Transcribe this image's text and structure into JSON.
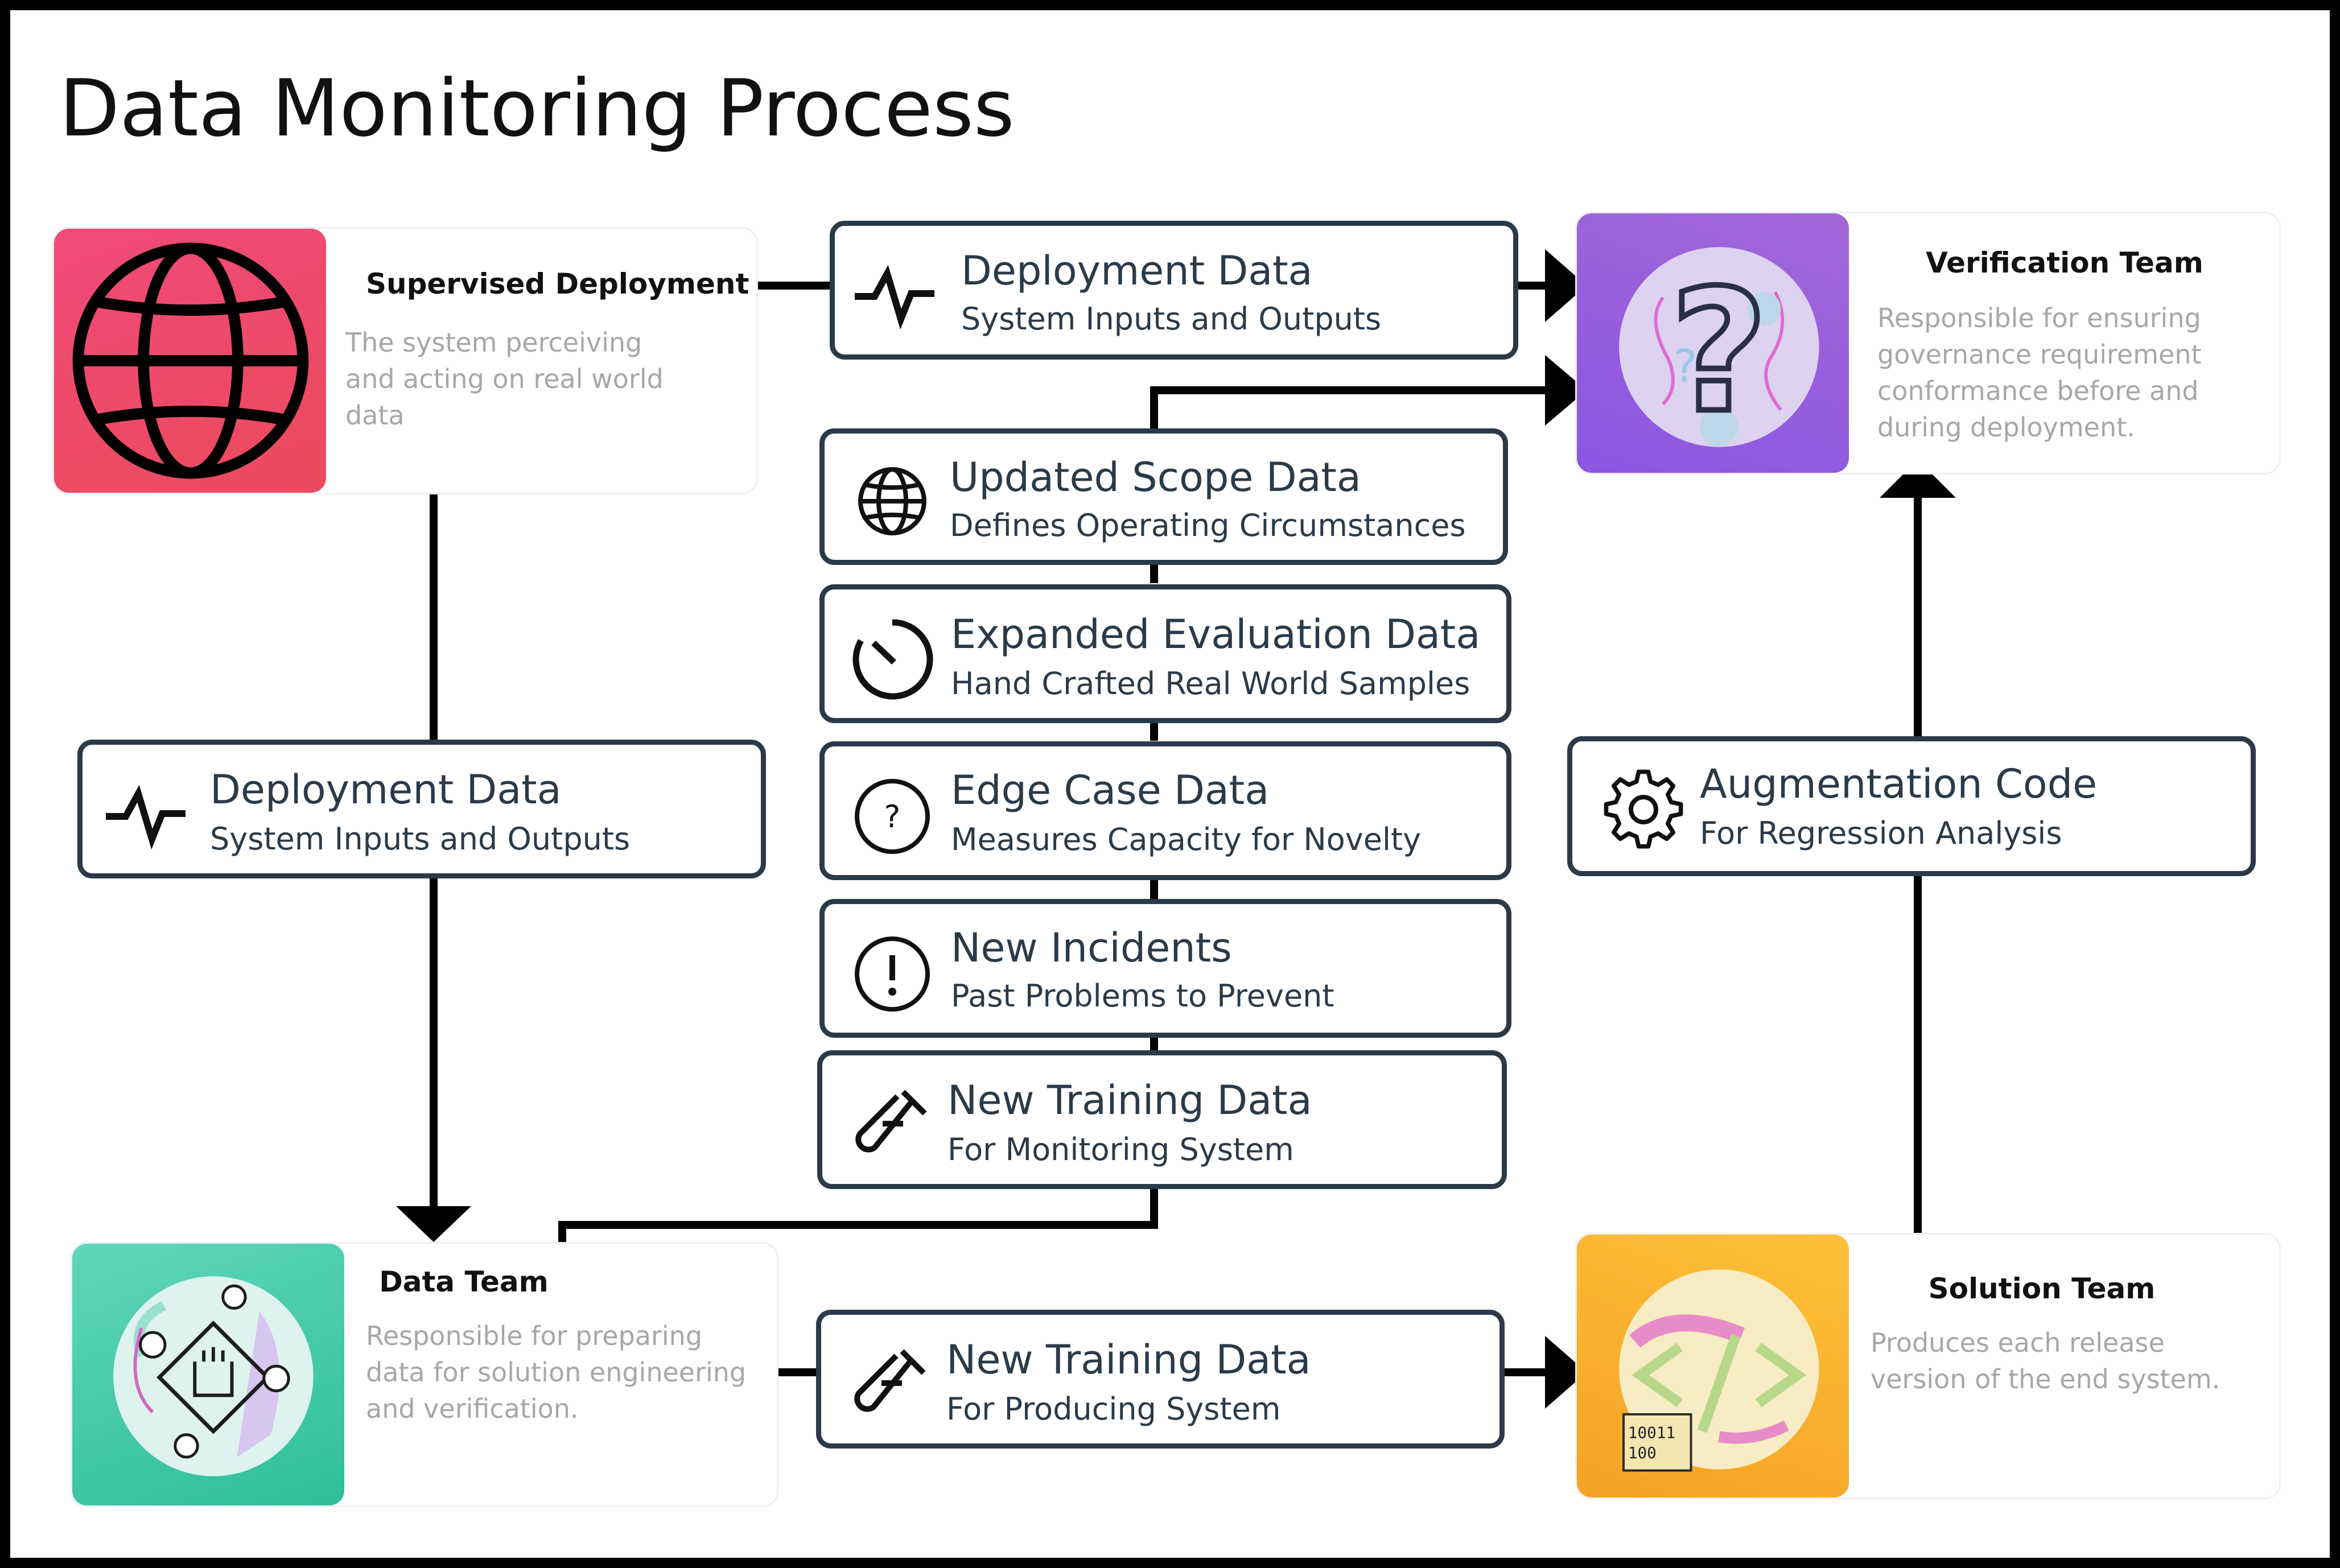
{
  "title": "Data Monitoring Process",
  "teams": {
    "supervised": {
      "name": "Supervised Deployment",
      "description": "The system perceiving and acting on real world data"
    },
    "verification": {
      "name": "Verification Team",
      "description": "Responsible for ensuring governance requirement conformance before and during deployment."
    },
    "data_team": {
      "name": "Data Team",
      "description": "Responsible for preparing data for solution engineering and verification."
    },
    "solution": {
      "name": "Solution Team",
      "description": "Produces each release version of the end system."
    }
  },
  "data_boxes": {
    "deployment_top": {
      "title": "Deployment Data",
      "subtitle": "System Inputs and Outputs",
      "icon": "pulse-icon"
    },
    "deployment_left": {
      "title": "Deployment Data",
      "subtitle": "System Inputs and Outputs",
      "icon": "pulse-icon"
    },
    "updated_scope": {
      "title": "Updated Scope Data",
      "subtitle": "Defines Operating Circumstances",
      "icon": "globe-icon"
    },
    "expanded_eval": {
      "title": "Expanded Evaluation Data",
      "subtitle": "Hand Crafted Real World Samples",
      "icon": "timer-icon"
    },
    "edge_case": {
      "title": "Edge Case Data",
      "subtitle": "Measures Capacity for Novelty",
      "icon": "question-circle-icon"
    },
    "new_incidents": {
      "title": "New Incidents",
      "subtitle": "Past Problems to Prevent",
      "icon": "exclamation-circle-icon"
    },
    "training_monitoring": {
      "title": "New Training Data",
      "subtitle": "For Monitoring System",
      "icon": "test-tube-icon"
    },
    "training_producing": {
      "title": "New Training Data",
      "subtitle": "For Producing System",
      "icon": "test-tube-icon"
    },
    "augmentation": {
      "title": "Augmentation Code",
      "subtitle": "For Regression Analysis",
      "icon": "gear-icon"
    }
  },
  "illustration_text": {
    "binary_1": "10011",
    "binary_2": "100"
  },
  "colors": {
    "box_border": "#2b3a48",
    "supervised_tile": "#ef4a6a",
    "verification_tile": "#8e5ad8",
    "data_team_tile": "#3ec9a7",
    "solution_tile": "#f7a928",
    "description_text": "#a7a7a7"
  }
}
